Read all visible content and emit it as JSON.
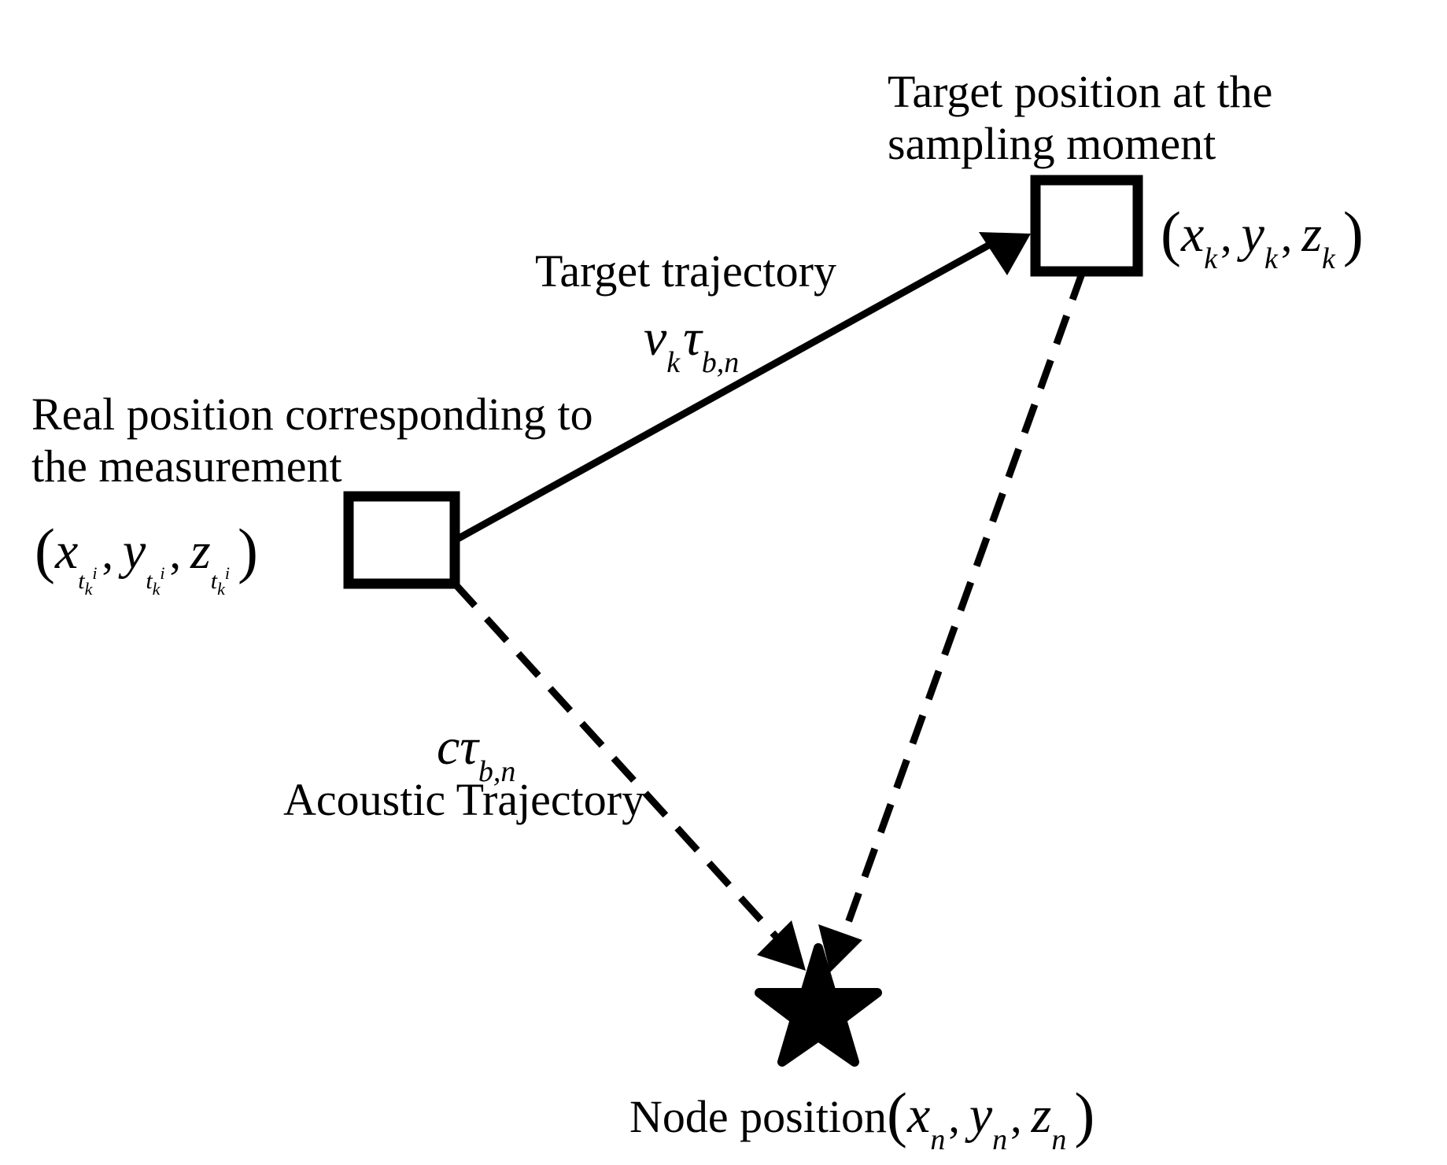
{
  "labels": {
    "target_position_line1": "Target position at the",
    "target_position_line2": "sampling moment",
    "target_coords": "(x_k , y_k , z_k )",
    "target_trajectory": "Target trajectory",
    "target_trajectory_formula": "v_k τ_{b,n}",
    "real_position_line1": "Real position corresponding to",
    "real_position_line2": "the measurement",
    "real_coords": "(x_{t_k^i} , y_{t_k^i} , z_{t_k^i} )",
    "acoustic_formula": "c τ_{b,n}",
    "acoustic_trajectory": "Acoustic Trajectory",
    "node_position": "Node position",
    "node_coords": "(x_n , y_n , z_n )"
  },
  "symbols": {
    "x": "x",
    "y": "y",
    "z": "z",
    "k": "k",
    "n": "n",
    "t": "t",
    "i": "i",
    "v": "v",
    "c": "c",
    "tau": "τ",
    "bn": "b,n",
    "open": "(",
    "close": ")",
    "comma": ","
  },
  "shapes": {
    "target_box": "square",
    "real_box": "square",
    "node": "star-icon"
  },
  "colors": {
    "stroke": "#000000",
    "background": "#ffffff"
  }
}
